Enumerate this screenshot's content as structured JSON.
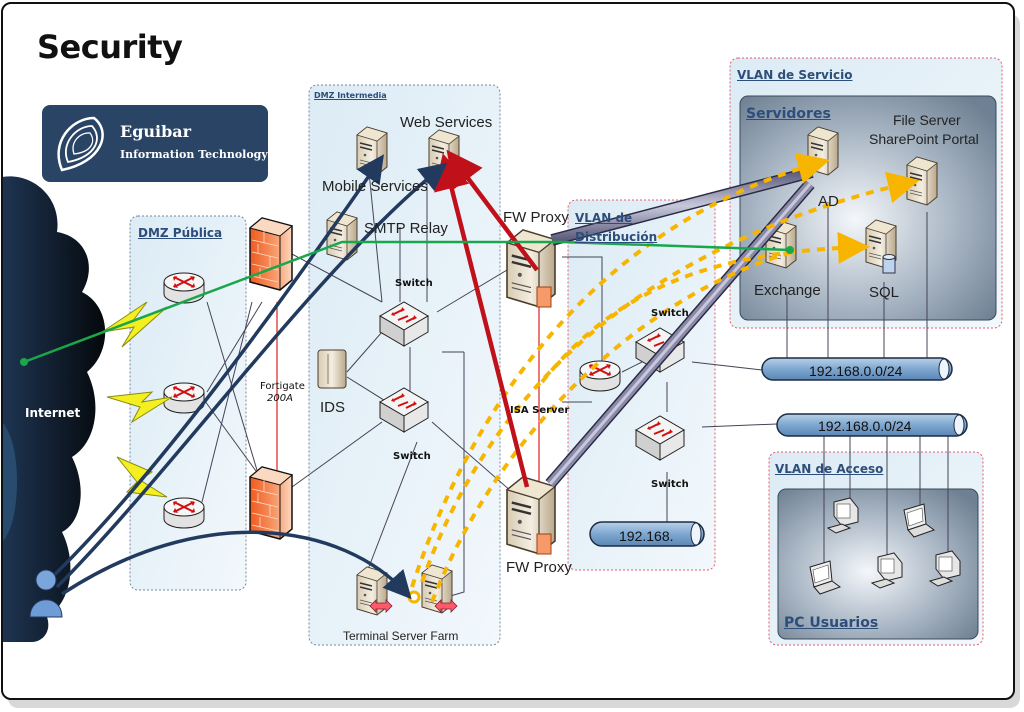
{
  "title": "Security",
  "logo": {
    "name": "Eguibar",
    "tagline": "Information Technology",
    "bg_color": "#2a4466"
  },
  "zones": {
    "internet": "Internet",
    "dmz_publica": "DMZ Pública",
    "dmz_intermedia": "DMZ Intermedia",
    "vlan_distribucion": "VLAN de Distribución",
    "vlan_servicio": "VLAN de Servicio",
    "servidores": "Servidores",
    "vlan_acceso": "VLAN de Acceso",
    "pc_usuarios": "PC Usuarios"
  },
  "nodes": {
    "web_services": "Web Services",
    "mobile_services": "Mobile Services",
    "smtp_relay": "SMTP Relay",
    "ids": "IDS",
    "terminal_server_farm": "Terminal Server Farm",
    "fw_proxy_top": "FW Proxy",
    "fw_proxy_bottom": "FW Proxy",
    "isa_server": "ISA Server",
    "fortigate": "Fortigate",
    "fortigate_model": "200A",
    "switch_1": "Switch",
    "switch_2": "Switch",
    "switch_3": "Switch",
    "switch_4": "Switch",
    "ad": "AD",
    "file_server": "File Server",
    "sharepoint": "SharePoint Portal",
    "exchange": "Exchange",
    "sql": "SQL"
  },
  "networks": {
    "service_net": "192.168.0.0/24",
    "access_net": "192.168.0.0/24",
    "distribution_net": "192.168."
  },
  "colors": {
    "firewall": "#f06a35",
    "flow_red": "#c0101a",
    "flow_navy": "#223a5e",
    "flow_green": "#1aa64a",
    "flow_orange_dash": "#f7b500",
    "tunnel": "#8a8aa8",
    "vlan_border": "#e85a6a"
  }
}
